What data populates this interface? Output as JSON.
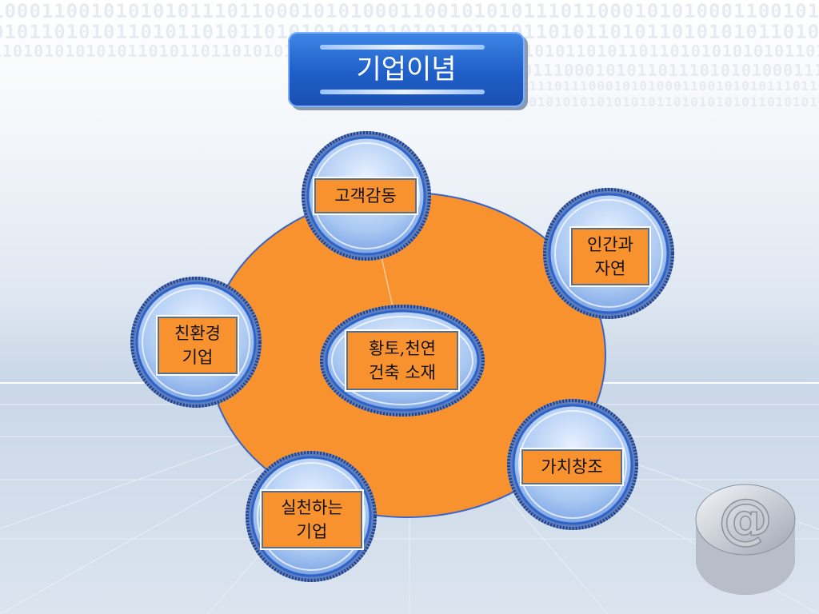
{
  "slide": {
    "title": "기업이념"
  },
  "background": {
    "binary_lines": [
      "1000110010101010111011000101010001100101010111011000101010001100101010111011000101010001100101010111",
      "0101101010110101101011010101011010101101010110101101011010101011010101101010110101101011010101011010",
      "1101010101010110101101101010101010110101101101010101010110101101101010101010110101101101010101010110",
      "0011100010101101110101010001110001010110111010101000111000101011011101010100011100010101101110101010",
      "1011101110001010100011001010101110110001010100011001010101110110001010100011001010101110110001010100",
      "0101010101010101011010101010110101010101010101011010101010110101010101010101011010101010110101010101"
    ]
  },
  "diagram": {
    "center": {
      "lines": [
        "황토,천연",
        "건축 소재"
      ]
    },
    "nodes": [
      {
        "id": "customer",
        "lines": [
          "고객감동"
        ]
      },
      {
        "id": "human-nature",
        "lines": [
          "인간과",
          "자연"
        ]
      },
      {
        "id": "eco",
        "lines": [
          "친환경",
          "기업"
        ]
      },
      {
        "id": "value",
        "lines": [
          "가치창조"
        ]
      },
      {
        "id": "practice",
        "lines": [
          "실천하는",
          "기업"
        ]
      }
    ]
  },
  "colors": {
    "ellipse_fill": "#f7922f",
    "ellipse_stroke": "#3a64c8",
    "node_ring": "#4a7bd6",
    "node_fill": "#b8d2f5",
    "label_fill": "#f7922f",
    "title_bg": "#1f5fc8"
  },
  "icons": {
    "at_sign": "at-sign-icon"
  }
}
